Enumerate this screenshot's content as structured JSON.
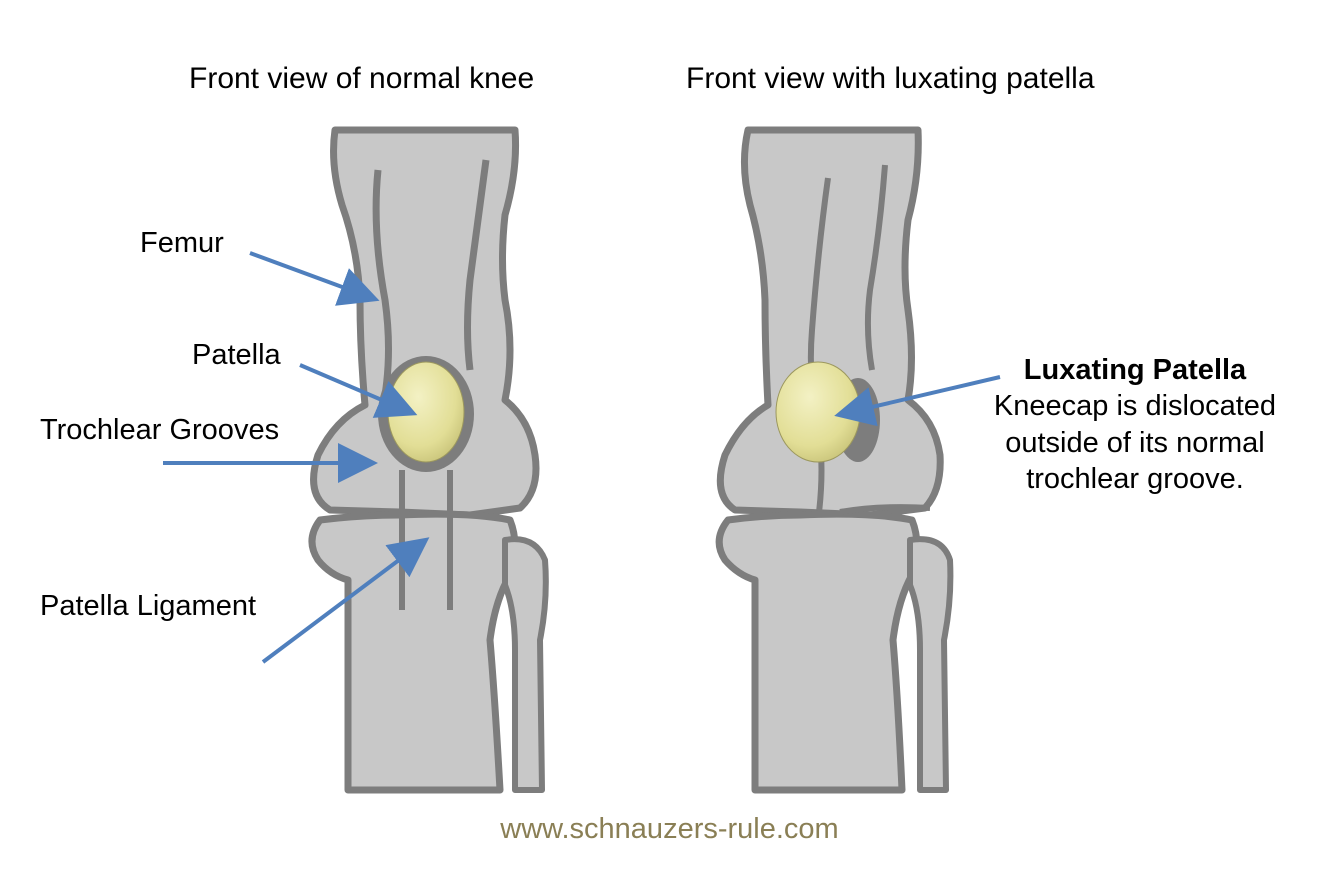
{
  "headings": {
    "left": "Front view of normal knee",
    "right": "Front view with luxating patella"
  },
  "labels": {
    "femur": "Femur",
    "patella": "Patella",
    "trochlear_grooves": "Trochlear Grooves",
    "patella_ligament": "Patella Ligament"
  },
  "luxating": {
    "title": "Luxating Patella",
    "line1": "Kneecap is dislocated",
    "line2": "outside of its normal",
    "line3": "trochlear groove."
  },
  "footer": "www.schnauzers-rule.com",
  "colors": {
    "bone_fill": "#c8c8c8",
    "bone_outline": "#7d7d7d",
    "patella_fill": "#e9e6a6",
    "arrow": "#4f7fbd",
    "footer_text": "#8a7f55"
  }
}
